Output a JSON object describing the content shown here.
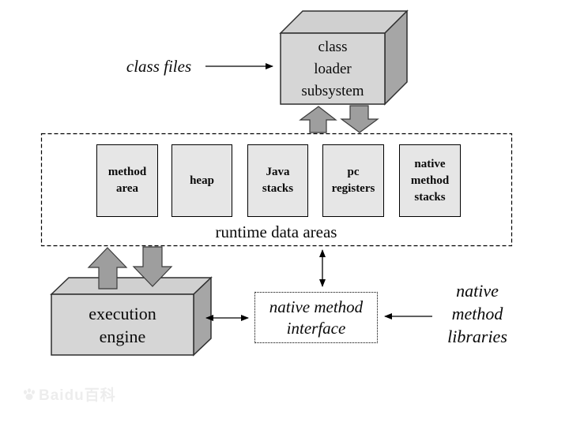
{
  "class_files": {
    "label": "class files"
  },
  "class_loader": {
    "lines": [
      "class",
      "loader",
      "subsystem"
    ]
  },
  "runtime_data_areas": {
    "label": "runtime data areas",
    "boxes": [
      "method area",
      "heap",
      "Java stacks",
      "pc registers",
      "native method stacks"
    ]
  },
  "execution_engine": {
    "lines": [
      "execution",
      "engine"
    ]
  },
  "native_method_interface": {
    "lines": [
      "native method",
      "interface"
    ]
  },
  "native_method_libraries": {
    "lines": [
      "native",
      "method",
      "libraries"
    ]
  },
  "watermark": {
    "text": "Baidu百科"
  },
  "colors": {
    "box_front": "#d6d6d6",
    "box_top": "#d0d0d0",
    "box_side": "#a6a6a6",
    "block_arrow_fill": "#9e9e9e",
    "runtime_box_fill": "#e6e6e6",
    "line_color": "#000000",
    "watermark_color": "#ededed",
    "background": "#ffffff"
  }
}
